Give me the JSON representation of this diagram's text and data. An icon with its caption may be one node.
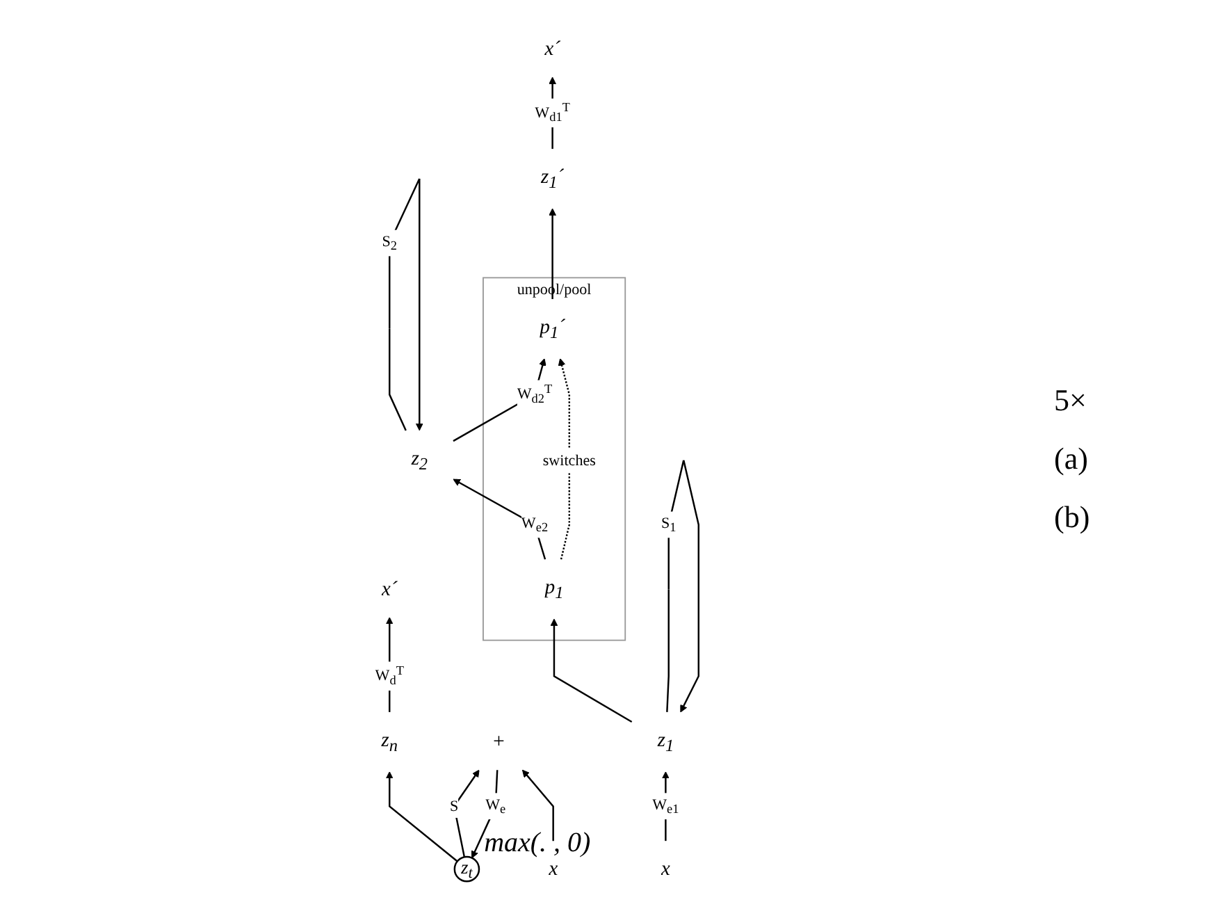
{
  "diagram": {
    "nodes": [
      {
        "text": [
          "z$_{n}$"
        ]
      },
      {
        "text": [
          "z$_{t}$"
        ],
        "beside": [
          "max(. , 0)"
        ]
      },
      {
        "text": [
          "x´"
        ]
      },
      {
        "text": [
          "+"
        ]
      },
      {
        "text": [
          "x"
        ]
      },
      {
        "text": [
          "z$_{2}$"
        ]
      },
      {
        "text": [
          "unpool/pool"
        ]
      },
      {
        "text": [
          "p$_{1}$´"
        ],
        "in": 6
      },
      {
        "text": [
          "p$_{1}$"
        ],
        "in": 6
      },
      {
        "text": [
          "z$_{1}$´"
        ]
      },
      {
        "text": [
          "z$_{1}$"
        ]
      },
      {
        "text": [
          "x´"
        ]
      },
      {
        "text": [
          "x"
        ]
      }
    ],
    "edges": [
      {
        "from": 0,
        "to": 2,
        "arrow": "to",
        "label": "W$_{d}$$^{T}$"
      },
      {
        "from": 1,
        "to": 0,
        "arrow": "to"
      },
      {
        "from": 3,
        "to": 1,
        "arrow": "to",
        "label": "W$_{e}$"
      },
      {
        "from": 1,
        "to": 3,
        "arrow": "to",
        "label": "S"
      },
      {
        "from": 4,
        "to": 3,
        "arrow": "to"
      },
      {
        "from": 5,
        "to": 7,
        "arrow": "to",
        "label": "W$_{d2}$$^{T}$"
      },
      {
        "from": 8,
        "to": 5,
        "arrow": "to",
        "label": "W$_{e2}$"
      },
      {
        "from": 5,
        "to": 5,
        "arrow": "to",
        "label": "S$_{2}$"
      },
      {
        "from": 8,
        "to": 7,
        "arrow": "to",
        "label": "switches",
        "style": "dashed"
      },
      {
        "from": 7,
        "to": 9,
        "arrow": "to"
      },
      {
        "from": 10,
        "to": 8,
        "arrow": "to"
      },
      {
        "from": 9,
        "to": 11,
        "arrow": "to",
        "label": "W$_{d1}$$^{T}$"
      },
      {
        "from": 12,
        "to": 10,
        "arrow": "to",
        "label": "W$_{e1}$"
      },
      {
        "from": 10,
        "to": 10,
        "arrow": "to",
        "label": "S$_{1}$"
      }
    ],
    "labels": [
      "5×",
      "(a)",
      "(b)"
    ]
  }
}
